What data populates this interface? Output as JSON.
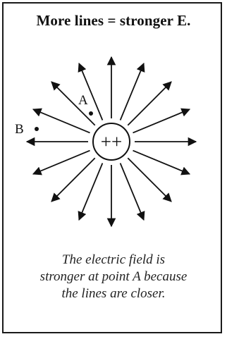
{
  "title": "More lines = stronger E.",
  "charge": {
    "label": "++",
    "line_count": 16
  },
  "points": {
    "a": {
      "label": "A"
    },
    "b": {
      "label": "B"
    }
  },
  "caption": {
    "line1": "The electric field is",
    "line2": "stronger at point A because",
    "line3": "the lines are closer."
  },
  "colors": {
    "ink": "#111111",
    "background": "#ffffff"
  }
}
